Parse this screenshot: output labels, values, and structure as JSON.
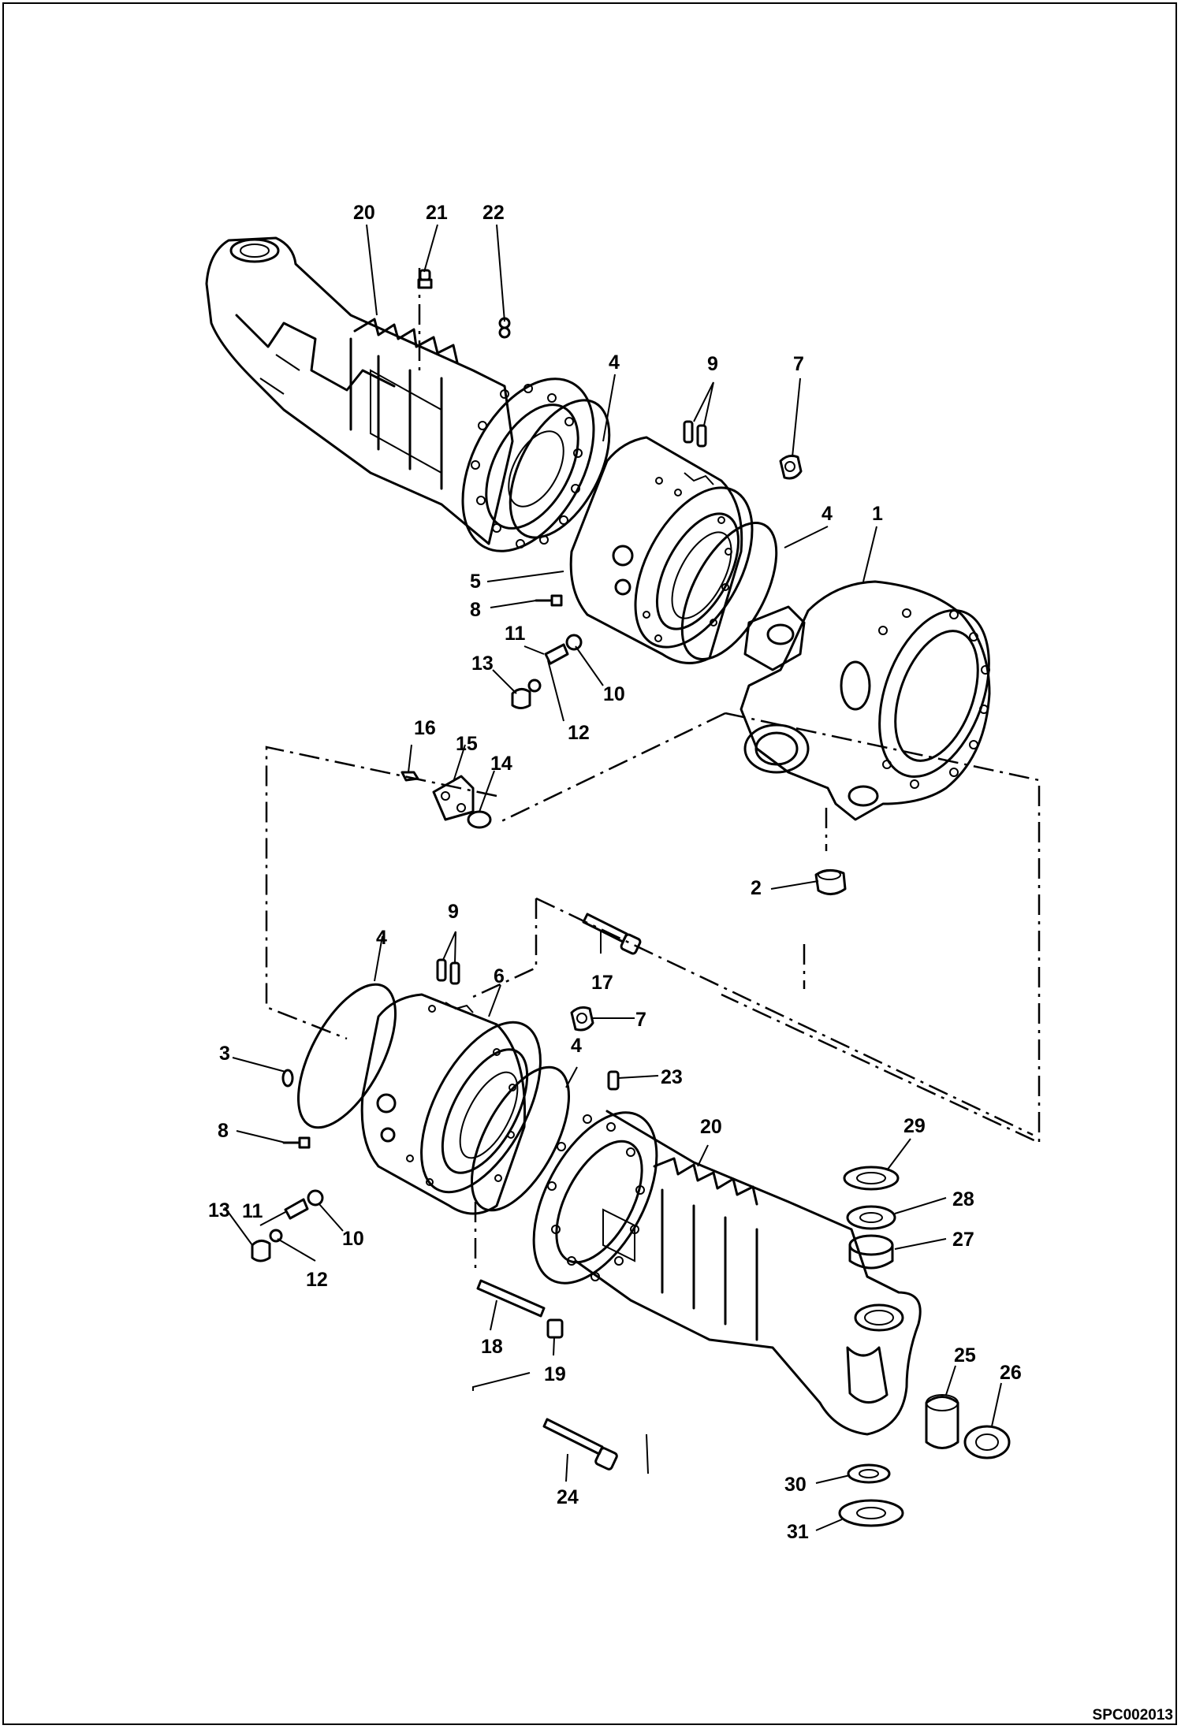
{
  "callouts": {
    "c20a": "20",
    "c21": "21",
    "c22": "22",
    "c4a": "4",
    "c9a": "9",
    "c7a": "7",
    "c4b": "4",
    "c1": "1",
    "c5": "5",
    "c8a": "8",
    "c11a": "11",
    "c13a": "13",
    "c10a": "10",
    "c12a": "12",
    "c16": "16",
    "c15": "15",
    "c14": "14",
    "c2": "2",
    "c9b": "9",
    "c4c": "4",
    "c17": "17",
    "c6": "6",
    "c7b": "7",
    "c3": "3",
    "c4d": "4",
    "c23": "23",
    "c20b": "20",
    "c29": "29",
    "c8b": "8",
    "c28": "28",
    "c11b": "11",
    "c27": "27",
    "c13b": "13",
    "c10b": "10",
    "c12b": "12",
    "c18": "18",
    "c19": "19",
    "c25": "25",
    "c26": "26",
    "c24": "24",
    "c30": "30",
    "c31": "31"
  },
  "reference_code": "SPC002013"
}
